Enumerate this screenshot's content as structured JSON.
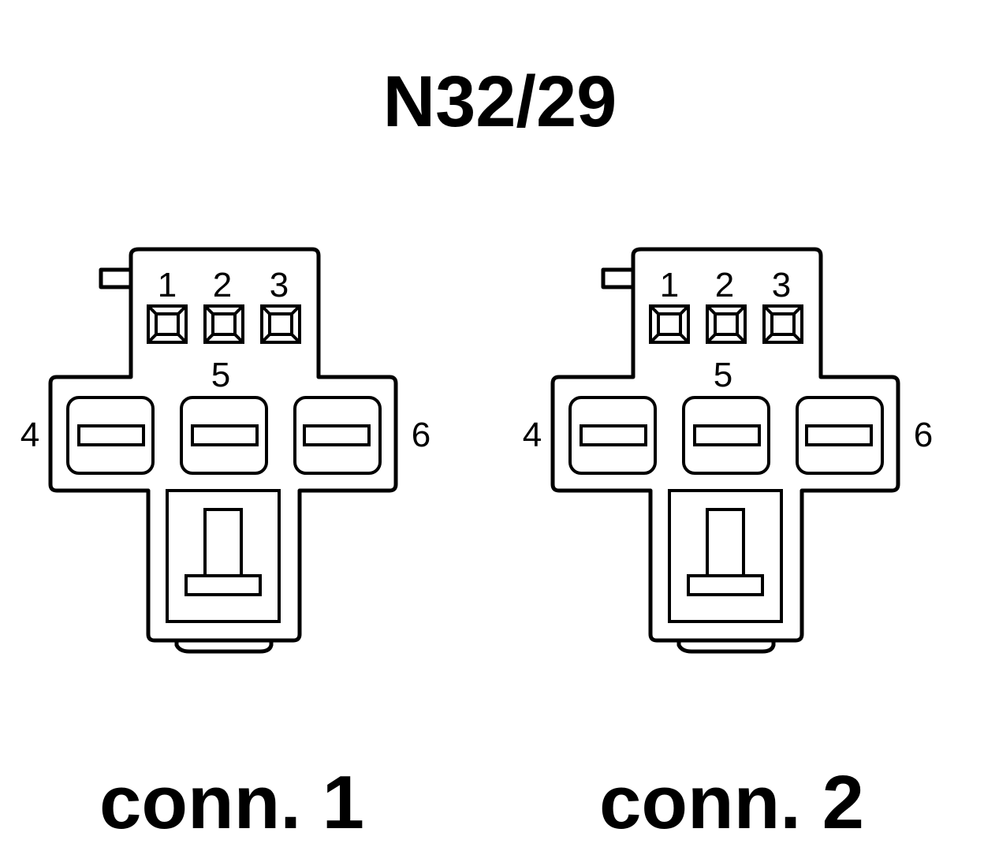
{
  "title": "N32/29",
  "connectors": [
    {
      "label": "conn. 1",
      "pins": {
        "p1": "1",
        "p2": "2",
        "p3": "3",
        "p4": "4",
        "p5": "5",
        "p6": "6"
      }
    },
    {
      "label": "conn. 2",
      "pins": {
        "p1": "1",
        "p2": "2",
        "p3": "3",
        "p4": "4",
        "p5": "5",
        "p6": "6"
      }
    }
  ],
  "colors": {
    "line": "#000000",
    "background": "#ffffff"
  }
}
